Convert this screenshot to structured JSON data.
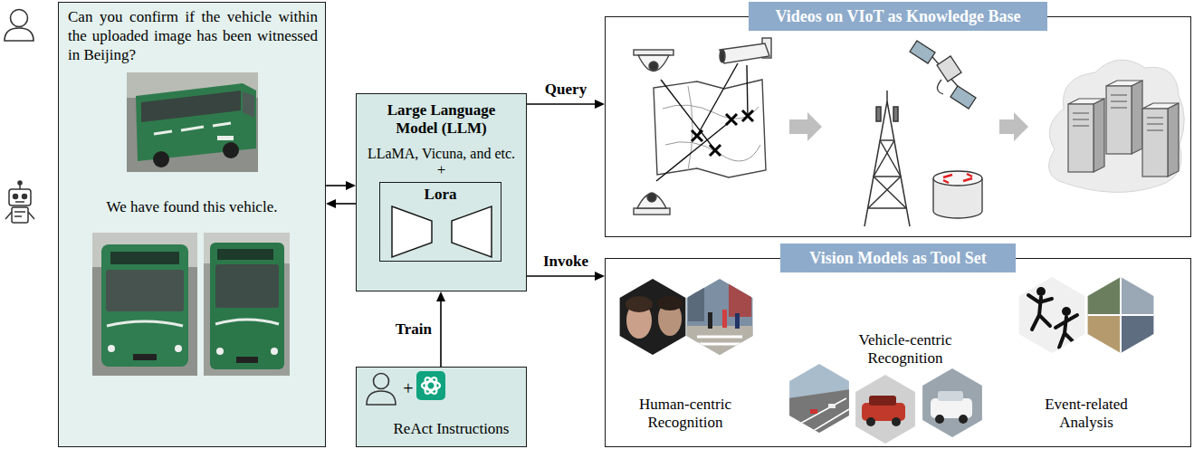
{
  "diagram": {
    "nodes": [
      {
        "text": [
          "Can you confirm if the vehicle within the uploaded image has been witnessed in Beijing?",
          "We have found this vehicle."
        ]
      },
      {
        "text": [
          "Large Language Model (LLM)",
          "LLaMA, Vicuna, and etc.",
          "+"
        ]
      },
      {
        "text": [
          "Lora"
        ],
        "in": 1
      },
      {
        "text": [
          "+",
          "ReAct Instructions"
        ]
      },
      {
        "text": [
          "Videos on VIoT as Knowledge Base"
        ]
      },
      {
        "text": [
          "Vision Models as Tool Set"
        ]
      }
    ],
    "edges": [
      {
        "from": 0,
        "to": 1,
        "arrow": "to"
      },
      {
        "from": 1,
        "to": 0,
        "arrow": "to"
      },
      {
        "from": 1,
        "to": 4,
        "label": "Query",
        "arrow": "to"
      },
      {
        "from": 1,
        "to": 5,
        "label": "Invoke",
        "arrow": "to"
      },
      {
        "from": 3,
        "to": 1,
        "label": "Train",
        "arrow": "to"
      }
    ],
    "labels": [
      "Human-centric Recognition",
      "Vehicle-centric Recognition",
      "Event-related Analysis"
    ]
  }
}
